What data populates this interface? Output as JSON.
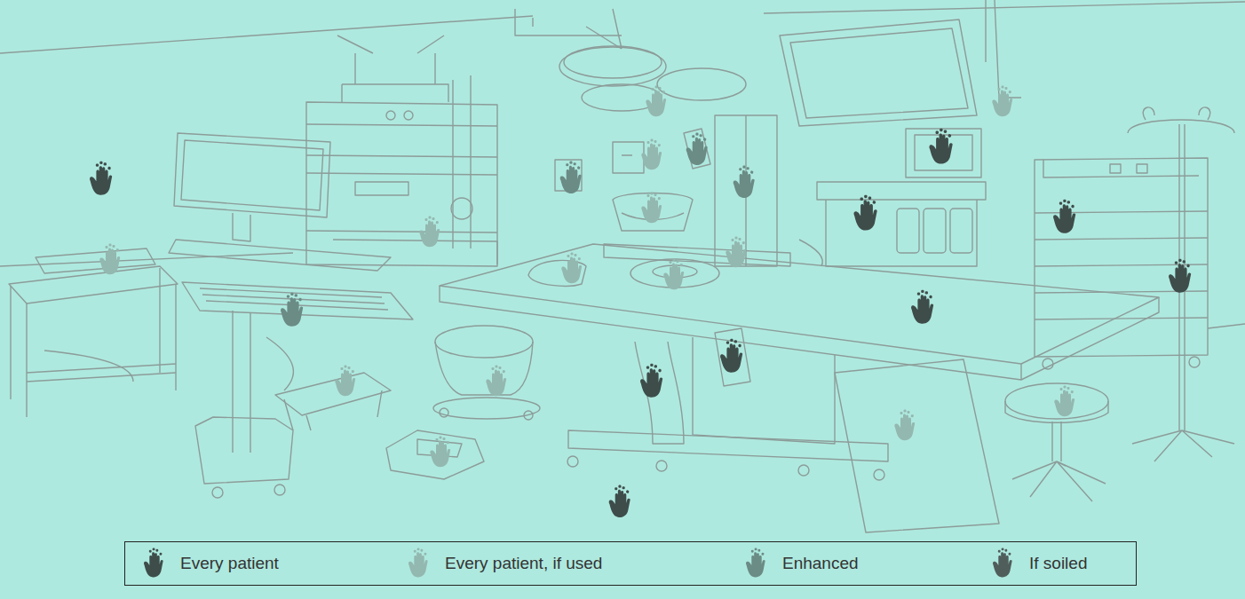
{
  "diagram": {
    "legend": [
      {
        "text": "Every patient",
        "color": "#3e4d4a"
      },
      {
        "text": "Every patient, if used",
        "color": "#93b8b0"
      },
      {
        "text": "Enhanced",
        "color": "#6b8b85"
      },
      {
        "text": "If soiled",
        "color": "#505e5b"
      }
    ]
  }
}
